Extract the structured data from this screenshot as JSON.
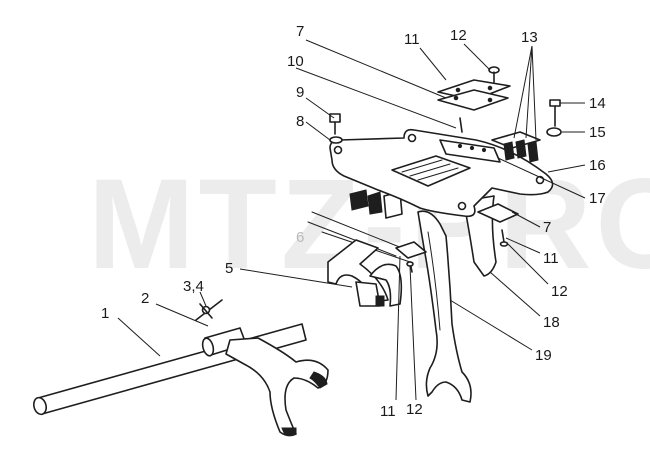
{
  "watermark": "MTZ-PRO",
  "callouts": {
    "c1": "1",
    "c2": "2",
    "c34": "3,4",
    "c5": "5",
    "c6": "6",
    "c7a": "7",
    "c7b": "7",
    "c8": "8",
    "c9": "9",
    "c10": "10",
    "c11a": "11",
    "c11b": "11",
    "c11c": "11",
    "c12a": "12",
    "c12b": "12",
    "c12c": "12",
    "c13": "13",
    "c14": "14",
    "c15": "15",
    "c16": "16",
    "c17": "17",
    "c18": "18",
    "c19": "19"
  }
}
